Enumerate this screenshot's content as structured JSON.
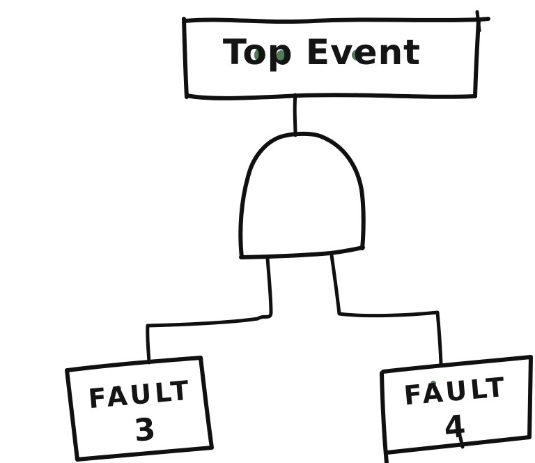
{
  "diagram": {
    "kind": "fault-tree-sketch",
    "top_event": {
      "label": "Top Event"
    },
    "gate": {
      "kind": "and-gate"
    },
    "faults": [
      {
        "line1": "FAULT",
        "line2": "3"
      },
      {
        "line1": "FAULT",
        "line2": "4"
      }
    ],
    "colors": {
      "ink": "#101010",
      "accent_green": "#517a58",
      "background": "#ffffff"
    }
  }
}
